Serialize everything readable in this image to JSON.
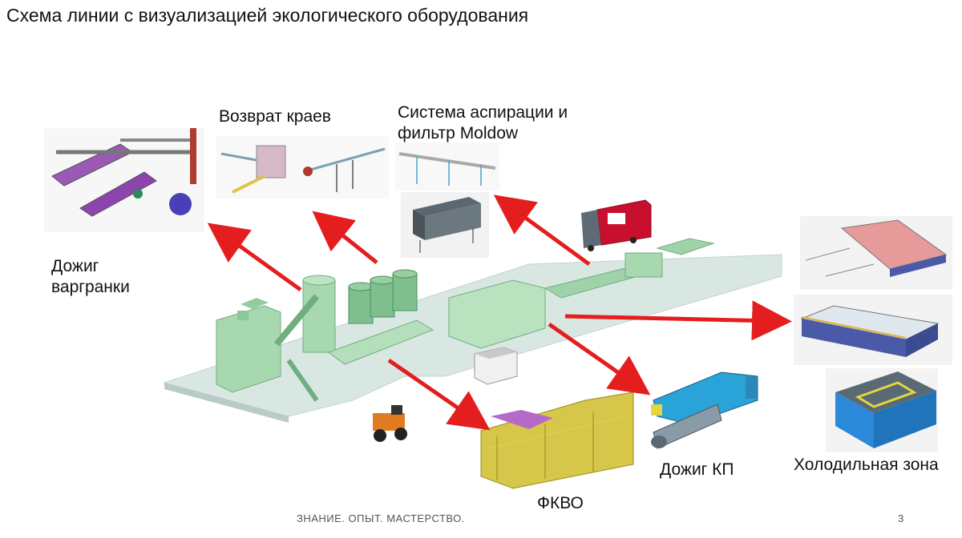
{
  "title": "Схема линии с визуализацией экологического оборудования",
  "labels": {
    "cupola": "Дожиг\nваргранки",
    "edge_return": "Возврат краев",
    "aspiration": "Система аспирации и\nфильтр Moldow",
    "fkvo": "ФКВО",
    "kp": "Дожиг КП",
    "cooling": "Холодильная зона"
  },
  "footer": "ЗНАНИЕ. ОПЫТ. МАСТЕРСТВО.",
  "page_number": "3",
  "colors": {
    "arrow": "#e41e1e",
    "plant_green": "#a8d8b0",
    "plant_dark": "#6fae7e",
    "floor": "#d9e7e3",
    "truck_red": "#c8102e"
  }
}
